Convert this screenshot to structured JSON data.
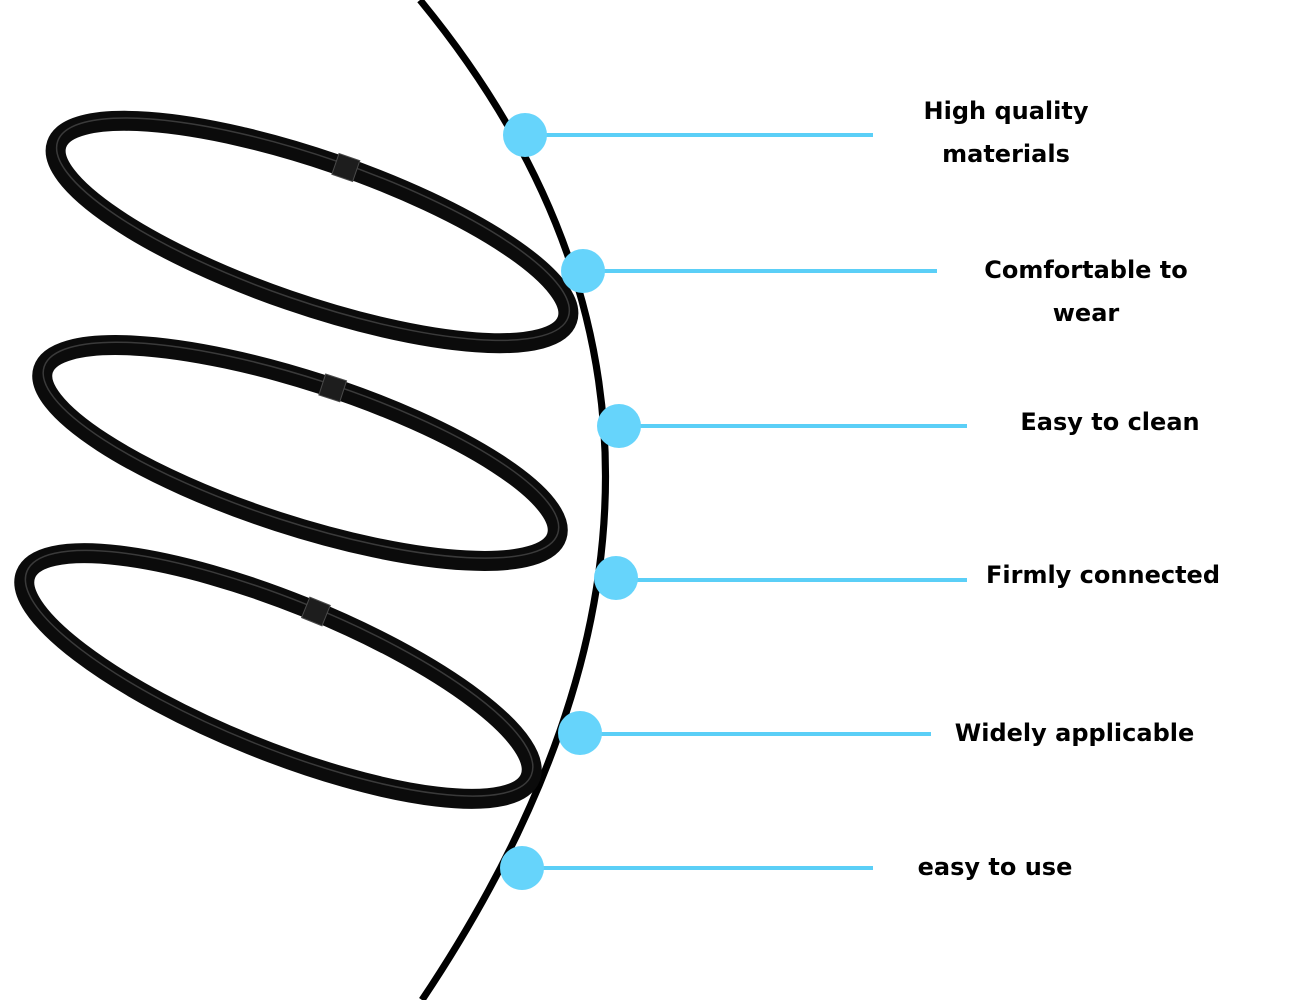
{
  "colors": {
    "background": "#ffffff",
    "arc": "#000000",
    "connector": "#5bcff7",
    "dot": "#66d4fb",
    "headband": "#0b0b0b",
    "headband_edge": "#3a3a3a",
    "label_text": "#000000"
  },
  "product": {
    "headband_count": 3,
    "headband_color_name": "black"
  },
  "features": [
    {
      "line1": "High quality",
      "line2": "materials"
    },
    {
      "line1": "Comfortable to",
      "line2": "wear"
    },
    {
      "line1": "Easy to clean",
      "line2": ""
    },
    {
      "line1": "Firmly connected",
      "line2": ""
    },
    {
      "line1": "Widely applicable",
      "line2": ""
    },
    {
      "line1": "easy to use",
      "line2": ""
    }
  ]
}
